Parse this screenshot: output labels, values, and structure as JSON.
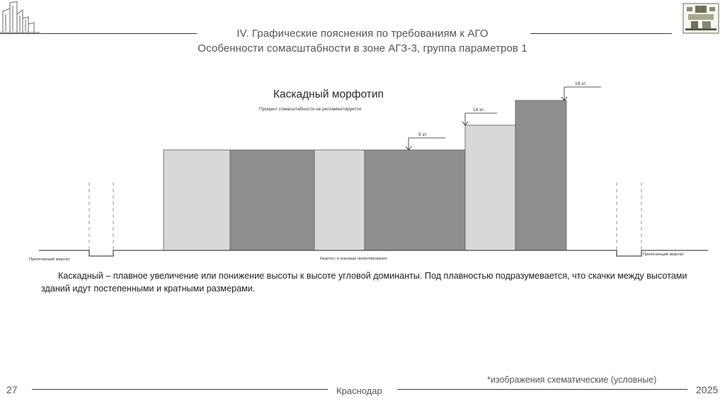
{
  "header": {
    "line1": "IV. Графические пояснения по требованиям к АГО",
    "line2": "Особенности сомасштабности в зоне АГЗ-3, группа параметров 1"
  },
  "diagram": {
    "title": "Каскадный морфотип",
    "subtitle": "Процент сомасштабности не регламентируется",
    "heights": {
      "h9": "9 эт.",
      "h14": "14 эт.",
      "h18": "18 эт."
    },
    "ground_labels": {
      "left": "Прилегающий квартал",
      "center": "Квартал, в границах проектирования",
      "right": "Прилегающий квартал"
    },
    "colors": {
      "light_building": "#d8d8d8",
      "dark_building": "#8e8f91",
      "outline": "#5a5a5a"
    }
  },
  "description": {
    "text": "Каскадный – плавное увеличение или понижение высоты к высоте угловой доминанты. Под плавностью подразумевается, что скачки между высотами зданий идут постепенными и кратными размерами."
  },
  "footer": {
    "page_number": "27",
    "city": "Краснодар",
    "year": "2025",
    "note": "*изображения схематические (условные)"
  }
}
